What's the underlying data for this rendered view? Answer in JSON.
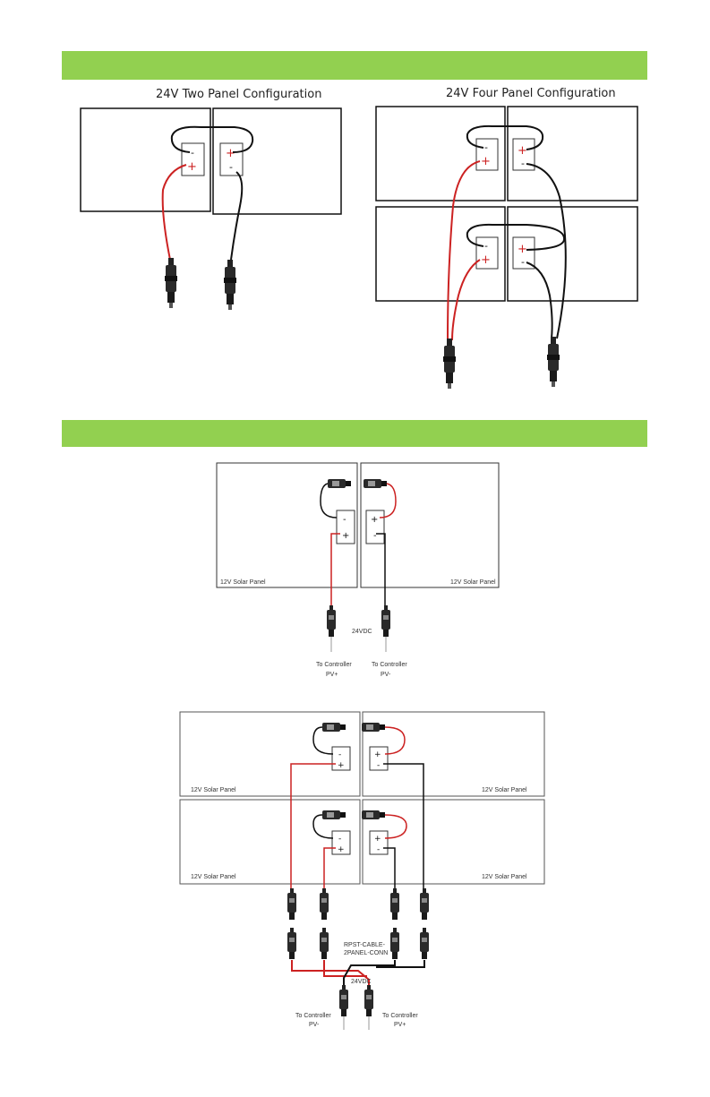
{
  "colors": {
    "band": "#92d050",
    "positive": "#cc2222",
    "negative": "#111111"
  },
  "top": {
    "two_panel_title": "24V Two Panel Configuration",
    "four_panel_title": "24V Four Panel Configuration"
  },
  "symbols": {
    "plus": "+",
    "minus": "-"
  },
  "bottom": {
    "panel_label": "12V Solar Panel",
    "voltage_label": "24VDC",
    "to_controller": "To Controller",
    "pv_plus": "PV+",
    "pv_minus": "PV-",
    "cable_label_1": "RPST-CABLE-",
    "cable_label_2": "2PANEL-CONN"
  }
}
